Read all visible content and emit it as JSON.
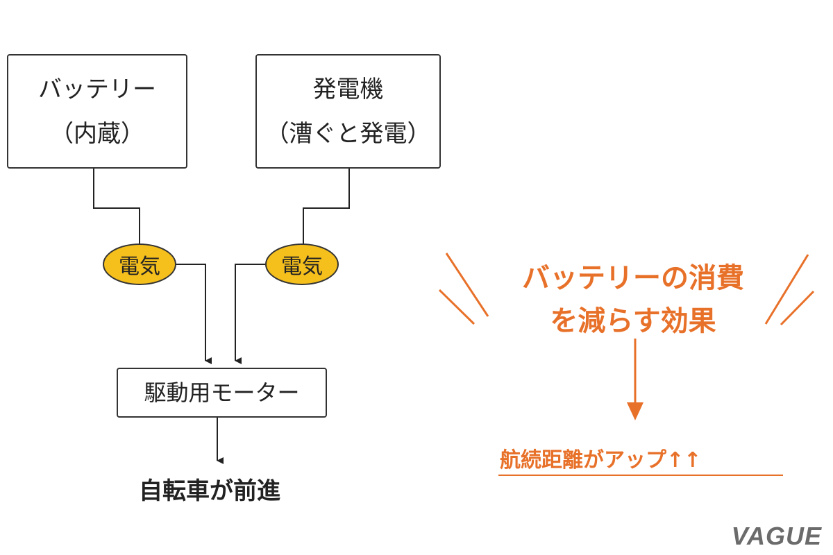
{
  "battery_box": {
    "line1": "バッテリー",
    "line2": "（内蔵）"
  },
  "generator_box": {
    "line1": "発電機",
    "line2": "（漕ぐと発電）"
  },
  "electricity_labels": [
    "電気",
    "電気"
  ],
  "motor_box": {
    "label": "駆動用モーター"
  },
  "outcome": {
    "label": "自転車が前進"
  },
  "effect": {
    "line1": "バッテリーの消費",
    "line2": "を減らす効果"
  },
  "result": {
    "label": "航続距離がアップ↑↑"
  },
  "logo": {
    "text": "VAGUE"
  },
  "colors": {
    "accent": "#e8712a",
    "ellipse_fill": "#f5bf1c",
    "line": "#222222",
    "logo": "#6b6b6b"
  }
}
